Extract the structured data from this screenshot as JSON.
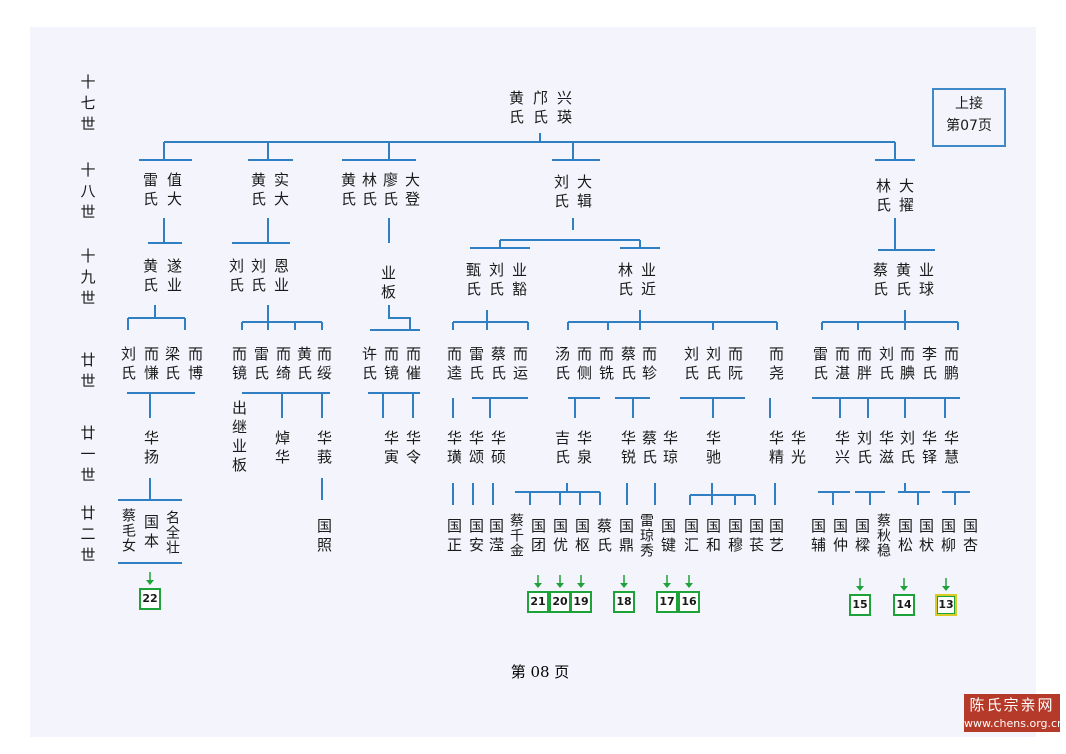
{
  "generations": [
    "十七世",
    "十八世",
    "十九世",
    "廿世",
    "廿一世",
    "廿二世"
  ],
  "up_ref": {
    "line1": "上接",
    "line2": "第07页"
  },
  "root": [
    "兴瑛",
    "邝氏",
    "黄氏"
  ],
  "gen18": [
    "值大",
    "雷氏",
    "实大",
    "黄氏",
    "大登",
    "廖氏",
    "林氏",
    "黄氏",
    "大辑",
    "刘氏",
    "大擢",
    "林氏"
  ],
  "gen19": [
    "遂业",
    "黄氏",
    "恩业",
    "刘氏",
    "刘氏",
    "业板",
    "业豁",
    "刘氏",
    "甄氏",
    "业近",
    "林氏",
    "业球",
    "黄氏",
    "蔡氏"
  ],
  "gen20": [
    "刘氏",
    "而慊",
    "梁氏",
    "而博",
    "而镜",
    "雷氏",
    "而绮",
    "黄氏",
    "而绥",
    "许氏",
    "而镜",
    "而催",
    "而逵",
    "雷氏",
    "蔡氏",
    "而运",
    "汤氏",
    "而侧",
    "而铣",
    "蔡氏",
    "而轸",
    "刘氏",
    "刘氏",
    "而阮",
    "而尧",
    "雷氏",
    "而湛",
    "而胖",
    "刘氏",
    "而腆",
    "李氏",
    "而鹏"
  ],
  "gen21": [
    "华扬",
    "出继业板",
    "焯华",
    "华莪",
    "华寅",
    "华令",
    "华璜",
    "华颂",
    "华硕",
    "吉氏",
    "华泉",
    "华锐",
    "蔡氏",
    "华琼",
    "华驰",
    "华精",
    "华光",
    "华兴",
    "刘氏",
    "华滋",
    "刘氏",
    "华铎",
    "华慧"
  ],
  "gen22": [
    "蔡毛女",
    "国本",
    "名全壮",
    "国照",
    "国正",
    "国安",
    "国滢",
    "蔡千金",
    "国团",
    "国优",
    "国枢",
    "蔡氏",
    "国鼎",
    "雷琼秀",
    "国键",
    "国汇",
    "国和",
    "国穆",
    "国苌",
    "国艺",
    "国辅",
    "国仲",
    "国樑",
    "蔡秋稳",
    "国松",
    "国枤",
    "国柳",
    "国杏"
  ],
  "page_refs": [
    "22",
    "21",
    "20",
    "19",
    "18",
    "17",
    "16",
    "15",
    "14",
    "13"
  ],
  "page_number": "第 08 页",
  "watermark": {
    "name": "陈氏宗亲网",
    "url": "www.chens.org.cn"
  },
  "colors": {
    "line": "#2f7fc2",
    "box": "#1ea23a",
    "box_alt": "#d9cc2a",
    "paper": "#f4f5fc",
    "watermark_bg": "#b63a2a"
  }
}
